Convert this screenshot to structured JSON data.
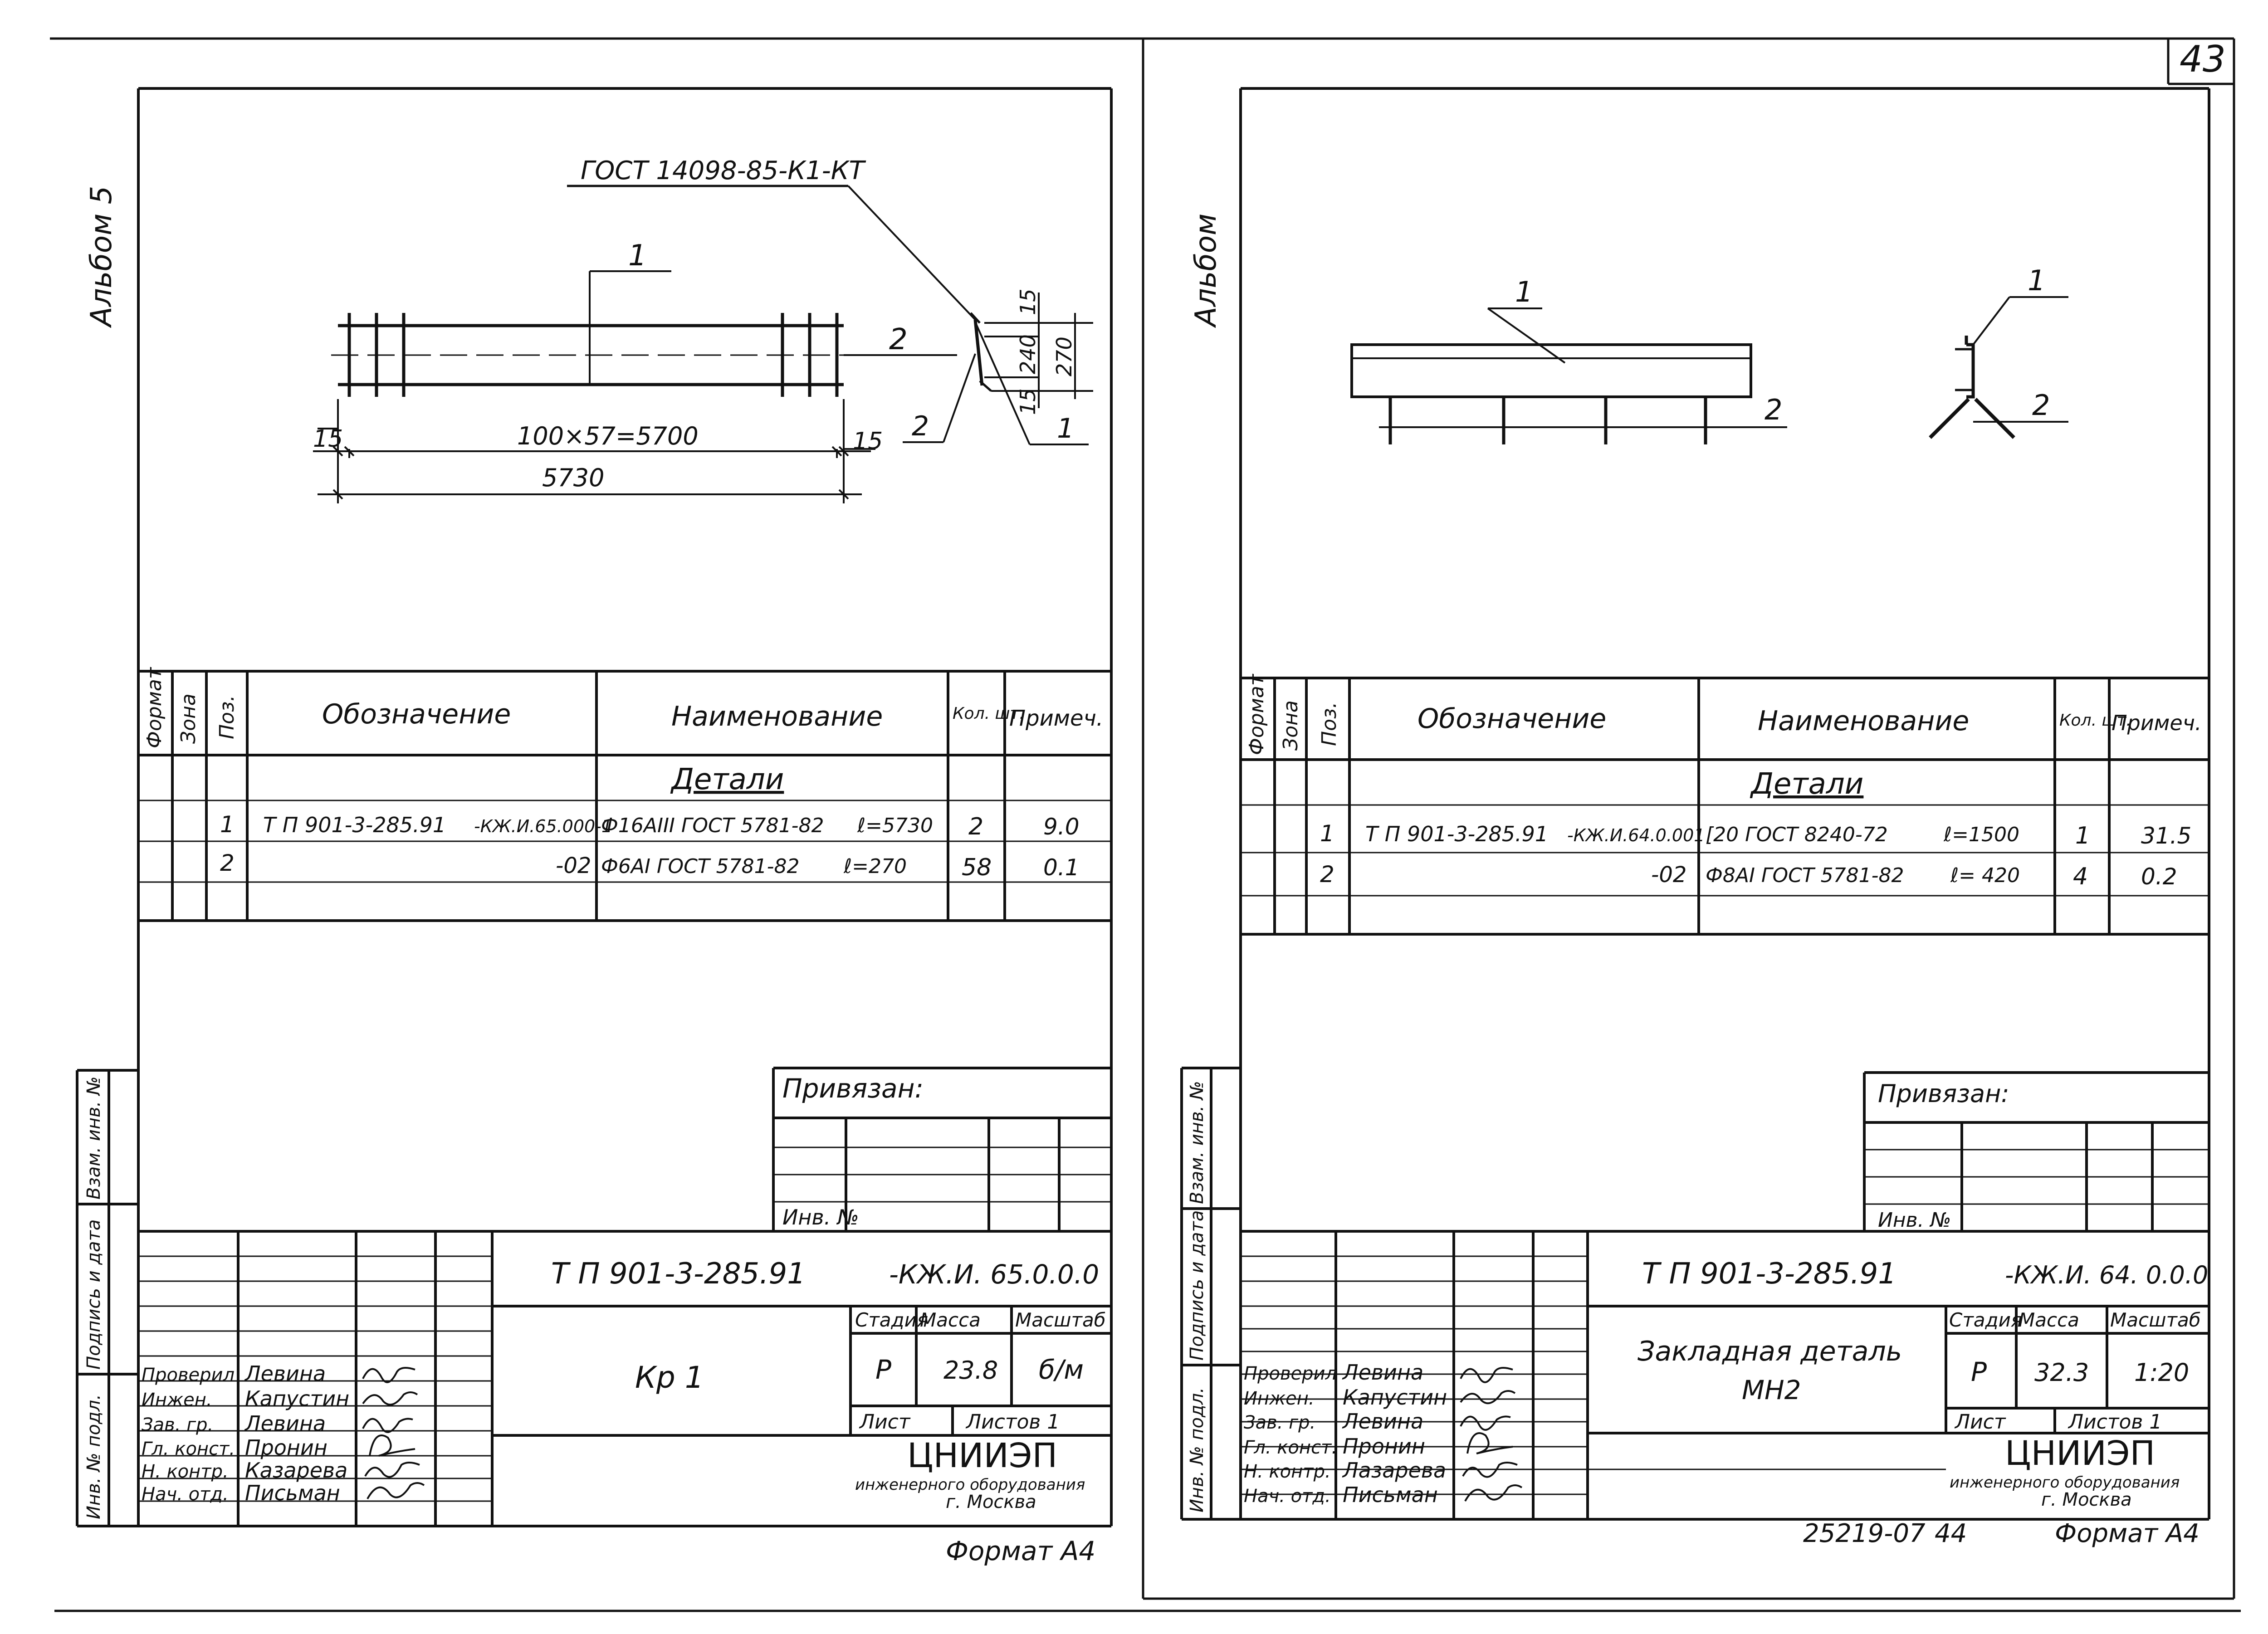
{
  "page_number": "43",
  "sheets": [
    {
      "album_label": "Альбом 5",
      "drawing": {
        "gost_note": "ГОСТ 14098-85-К1-КТ",
        "pos1": "1",
        "pos2": "2",
        "pos2_side": "2",
        "pos1_side": "1",
        "dim_15_left": "15",
        "dim_15_right": "15",
        "dim_spacing": "100×57=5700",
        "dim_total": "5730",
        "dim_s15_top": "15",
        "dim_240": "240",
        "dim_270": "270",
        "dim_s15_bot": "15"
      },
      "spec": {
        "headers": {
          "format": "Формат",
          "zone": "Зона",
          "pos": "Поз.",
          "designation": "Обозначение",
          "name": "Наименование",
          "qty": "Кол. шт.",
          "note": "Примеч."
        },
        "section": "Детали",
        "rows": [
          {
            "pos": "1",
            "designation": "Т П 901-3-285.91",
            "designation_code": "-КЖ.И.65.000-1",
            "name": "Ф16АIII ГОСТ 5781-82",
            "length": "ℓ=5730",
            "qty": "2",
            "note": "9.0"
          },
          {
            "pos": "2",
            "designation": "",
            "designation_code": "-02",
            "name": "Ф6АI ГОСТ 5781-82",
            "length": "ℓ=270",
            "qty": "58",
            "note": "0.1"
          }
        ]
      },
      "side_labels": {
        "inv_podl": "Инв. № подл.",
        "podpis": "Подпись и дата",
        "vzam": "Взам. инв. №"
      },
      "privyazan": "Привязан:",
      "inv_no": "Инв. №",
      "title_block": {
        "doc_code": "Т П 901-3-285.91",
        "doc_suffix": "-КЖ.И. 65.0.0.0",
        "item_name": "Кр 1",
        "stage_h": "Стадия",
        "mass_h": "Масса",
        "scale_h": "Масштаб",
        "stage": "Р",
        "mass": "23.8",
        "scale": "б/м",
        "sheet_h": "Лист",
        "sheets_h": "Листов 1",
        "org": "ЦНИИЭП",
        "org_sub": "инженерного оборудования",
        "org_city": "г. Москва",
        "staff": [
          {
            "role": "Проверил",
            "name": "Левина"
          },
          {
            "role": "Инжен.",
            "name": "Капустин"
          },
          {
            "role": "Зав. гр.",
            "name": "Левина"
          },
          {
            "role": "Гл. конст.",
            "name": "Пронин"
          },
          {
            "role": "Н. контр.",
            "name": "Казарева"
          },
          {
            "role": "Нач. отд.",
            "name": "Письман"
          }
        ]
      },
      "format_label": "Формат А4"
    },
    {
      "album_label": "Альбом",
      "drawing": {
        "pos1": "1",
        "pos2": "2",
        "pos1_side": "1",
        "pos2_side": "2"
      },
      "spec": {
        "headers": {
          "format": "Формат",
          "zone": "Зона",
          "pos": "Поз.",
          "designation": "Обозначение",
          "name": "Наименование",
          "qty": "Кол. шт.",
          "note": "Примеч."
        },
        "section": "Детали",
        "rows": [
          {
            "pos": "1",
            "designation": "Т П 901-3-285.91",
            "designation_code": "-КЖ.И.64.0.001",
            "name": "[20 ГОСТ 8240-72",
            "length": "ℓ=1500",
            "qty": "1",
            "note": "31.5"
          },
          {
            "pos": "2",
            "designation": "",
            "designation_code": "-02",
            "name": "Ф8АI ГОСТ 5781-82",
            "length": "ℓ= 420",
            "qty": "4",
            "note": "0.2"
          }
        ]
      },
      "side_labels": {
        "inv_podl": "Инв. № подл.",
        "podpis": "Подпись и дата",
        "vzam": "Взам. инв. №"
      },
      "privyazan": "Привязан:",
      "inv_no": "Инв. №",
      "title_block": {
        "doc_code": "Т П 901-3-285.91",
        "doc_suffix": "-КЖ.И. 64. 0.0.0",
        "item_name": "Закладная деталь",
        "item_name2": "МН2",
        "stage_h": "Стадия",
        "mass_h": "Масса",
        "scale_h": "Масштаб",
        "stage": "Р",
        "mass": "32.3",
        "scale": "1:20",
        "sheet_h": "Лист",
        "sheets_h": "Листов 1",
        "org": "ЦНИИЭП",
        "org_sub": "инженерного оборудования",
        "org_city": "г. Москва",
        "staff": [
          {
            "role": "Проверил",
            "name": "Левина"
          },
          {
            "role": "Инжен.",
            "name": "Капустин"
          },
          {
            "role": "Зав. гр.",
            "name": "Левина"
          },
          {
            "role": "Гл. конст.",
            "name": "Пронин"
          },
          {
            "role": "Н. контр.",
            "name": "Лазарева"
          },
          {
            "role": "Нач. отд.",
            "name": "Письман"
          }
        ]
      },
      "archive_no": "25219-07",
      "archive_page": "44",
      "format_label": "Формат А4"
    }
  ]
}
